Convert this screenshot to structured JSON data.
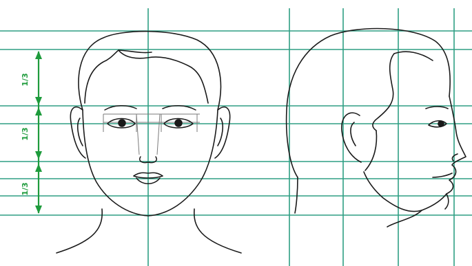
{
  "colors": {
    "grid": "#2e9e83",
    "arrow": "#1e9b3c",
    "ink": "#1a1a1a",
    "guide": "#7a7a7a",
    "background": "#ffffff"
  },
  "proportion_labels": [
    "1/3",
    "1/3",
    "1/3"
  ],
  "views": [
    "front-view",
    "profile-view"
  ]
}
